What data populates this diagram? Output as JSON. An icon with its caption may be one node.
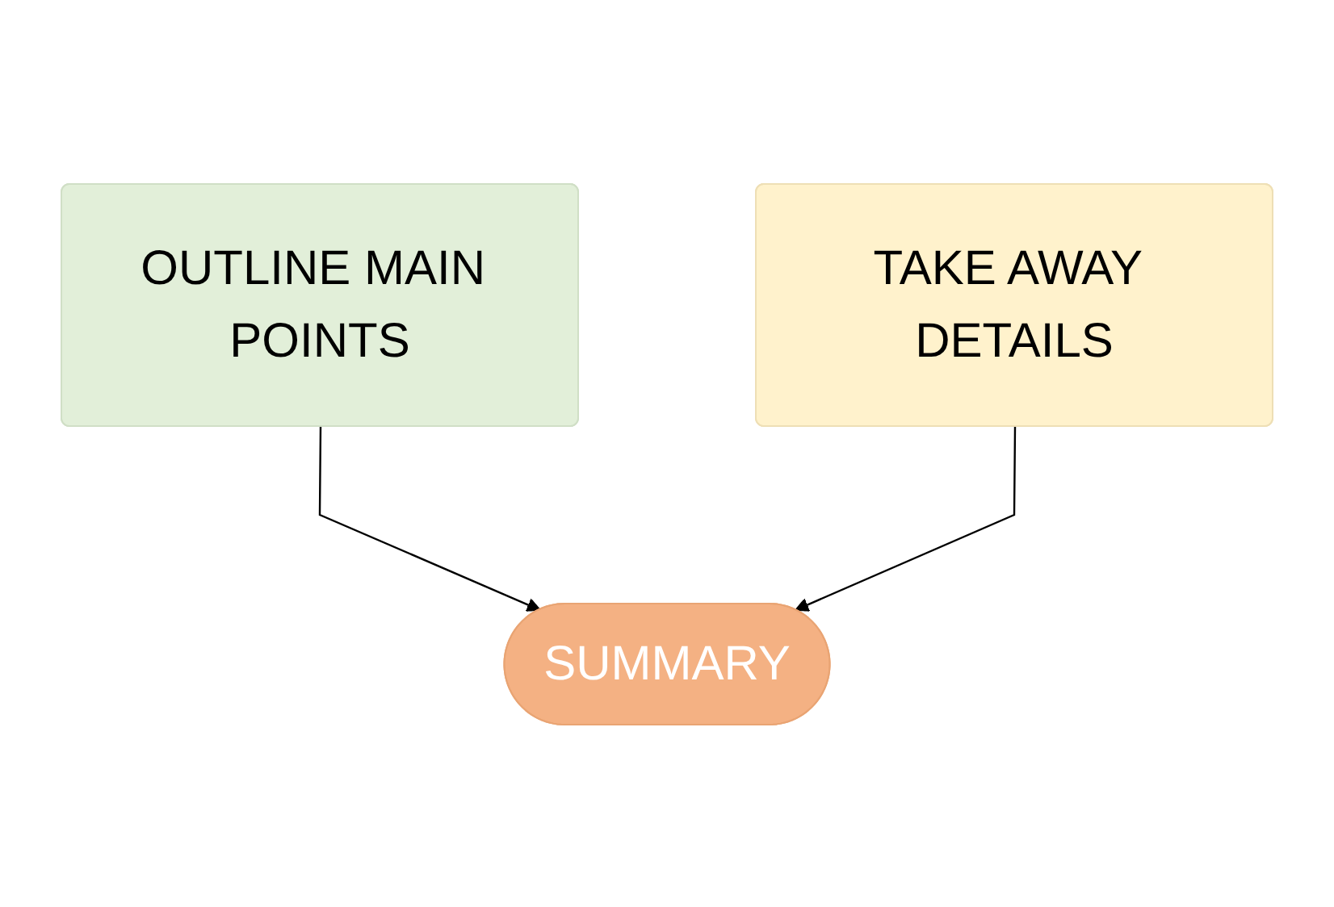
{
  "diagram": {
    "nodes": [
      {
        "text": [
          "OUTLINE MAIN POINTS"
        ]
      },
      {
        "text": [
          "TAKE AWAY DETAILS"
        ]
      },
      {
        "text": [
          "SUMMARY"
        ]
      }
    ],
    "edges": [
      {
        "from": 0,
        "to": 2,
        "arrow": "to"
      },
      {
        "from": 1,
        "to": 2,
        "arrow": "to"
      }
    ]
  }
}
